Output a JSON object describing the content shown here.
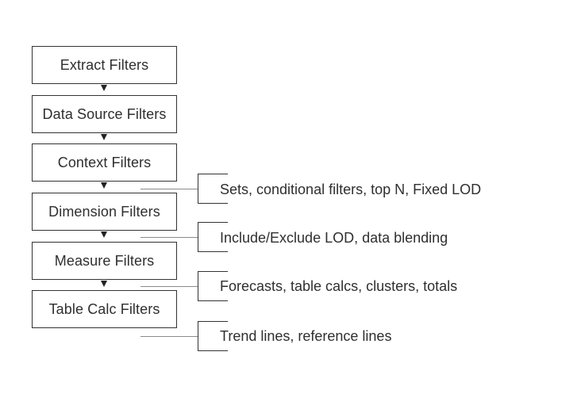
{
  "filters": [
    "Extract Filters",
    "Data Source Filters",
    "Context Filters",
    "Dimension Filters",
    "Measure Filters",
    "Table Calc Filters"
  ],
  "notes": [
    "Sets, conditional filters, top N, Fixed LOD",
    "Include/Exclude LOD, data blending",
    "Forecasts, table calcs, clusters, totals",
    "Trend lines, reference lines"
  ]
}
